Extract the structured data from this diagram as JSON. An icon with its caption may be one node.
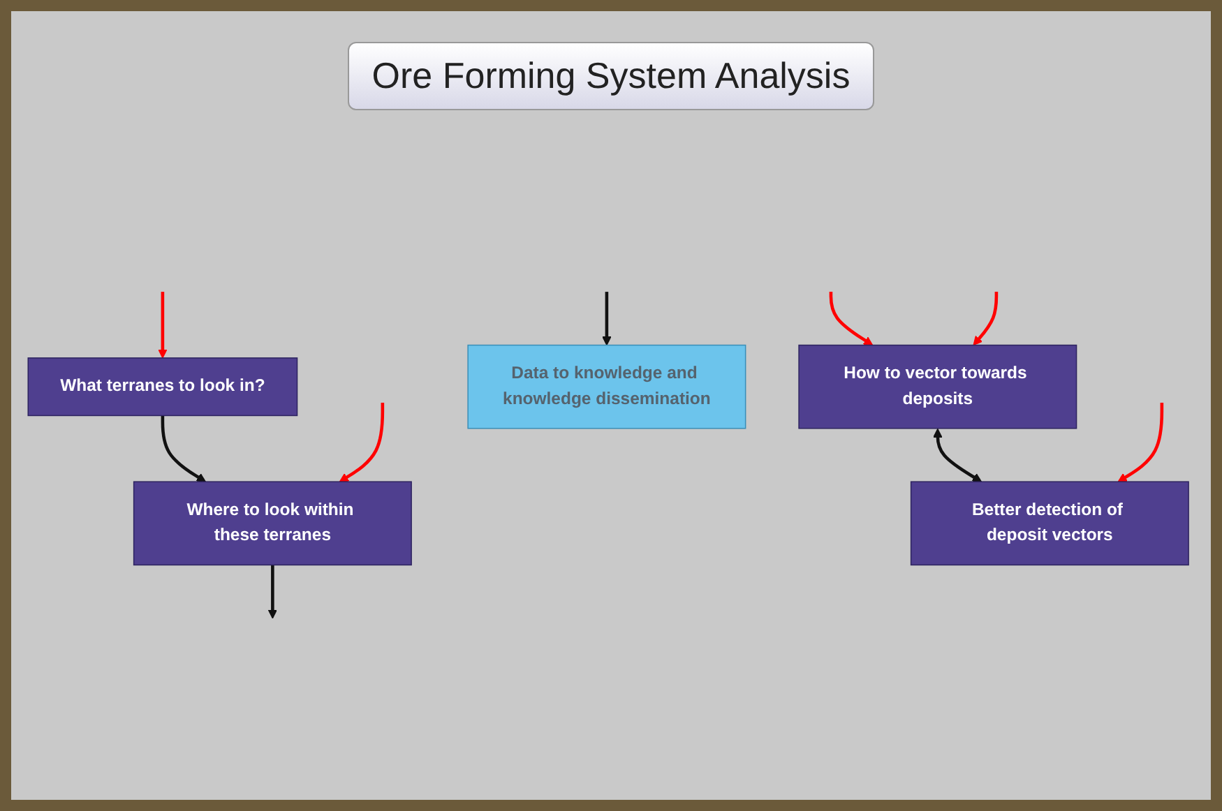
{
  "diagram": {
    "title": "Ore Forming System Analysis",
    "nodes": [
      {
        "text": [
          "What terranes to look in?"
        ]
      },
      {
        "text": [
          "Where to look within these terranes"
        ]
      },
      {
        "text": [
          "How to vector towards deposits"
        ]
      },
      {
        "text": [
          "Better detection of deposit vectors"
        ]
      },
      {
        "text": [
          "Data to knowledge and knowledge dissemination"
        ]
      }
    ],
    "edges": [
      {
        "from": 0,
        "to": 1,
        "arrow": "to",
        "color": "#111111"
      },
      {
        "from": 1,
        "to": null,
        "arrow": "to",
        "color": "#111111"
      },
      {
        "from": 2,
        "to": 3,
        "arrow": "both",
        "color": "#111111"
      },
      {
        "from": null,
        "to": 4,
        "arrow": "to",
        "color": "#111111"
      },
      {
        "from": null,
        "to": 0,
        "arrow": "to",
        "color": "#ff0000"
      },
      {
        "from": null,
        "to": 1,
        "arrow": "to",
        "color": "#ff0000"
      },
      {
        "from": null,
        "to": 2,
        "arrow": "to",
        "color": "#ff0000"
      },
      {
        "from": null,
        "to": 2,
        "arrow": "to",
        "color": "#ff0000"
      },
      {
        "from": null,
        "to": 3,
        "arrow": "to",
        "color": "#ff0000"
      }
    ]
  }
}
